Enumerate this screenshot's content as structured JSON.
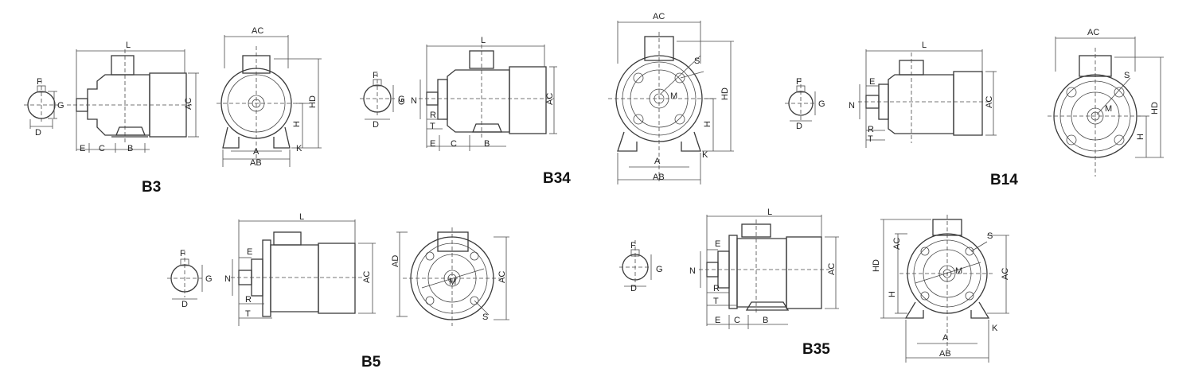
{
  "colors": {
    "ink": "#2b2b2b",
    "paper": "#ffffff"
  },
  "B3": {
    "title": "B3",
    "dims": {
      "L": "L",
      "AC_side": "AC",
      "G": "G",
      "F": "F",
      "D": "D",
      "E": "E",
      "C": "C",
      "B": "B",
      "AC_front": "AC",
      "HD": "HD",
      "H": "H",
      "A": "A",
      "AB": "AB",
      "K": "K"
    }
  },
  "B34": {
    "title": "B34",
    "dims": {
      "L": "L",
      "AC_side": "AC",
      "G": "G",
      "F": "F",
      "D": "D",
      "N": "N",
      "R": "R",
      "T": "T",
      "E": "E",
      "C": "C",
      "B": "B",
      "AC_front": "AC",
      "S": "S",
      "M": "M",
      "HD": "HD",
      "H": "H",
      "A": "A",
      "AB": "AB",
      "K": "K"
    }
  },
  "B14": {
    "title": "B14",
    "dims": {
      "L": "L",
      "AC_side": "AC",
      "G": "G",
      "F": "F",
      "D": "D",
      "N": "N",
      "E": "E",
      "R": "R",
      "T": "T",
      "AC_front": "AC",
      "S": "S",
      "M": "M",
      "HD": "HD",
      "H": "H"
    }
  },
  "B5": {
    "title": "B5",
    "dims": {
      "L": "L",
      "AC_side": "AC",
      "G": "G",
      "F": "F",
      "D": "D",
      "N": "N",
      "E": "E",
      "R": "R",
      "T": "T",
      "AD": "AD",
      "AC_front": "AC",
      "M": "M",
      "S": "S"
    }
  },
  "B35": {
    "title": "B35",
    "dims": {
      "L": "L",
      "AC_side": "AC",
      "G": "G",
      "F": "F",
      "D": "D",
      "N": "N",
      "E": "E",
      "R": "R",
      "T": "T",
      "C": "C",
      "B": "B",
      "HD": "HD",
      "AC_left": "AC",
      "H": "H",
      "S": "S",
      "M": "M",
      "AC_front": "AC",
      "A": "A",
      "AB": "AB",
      "K": "K"
    }
  }
}
